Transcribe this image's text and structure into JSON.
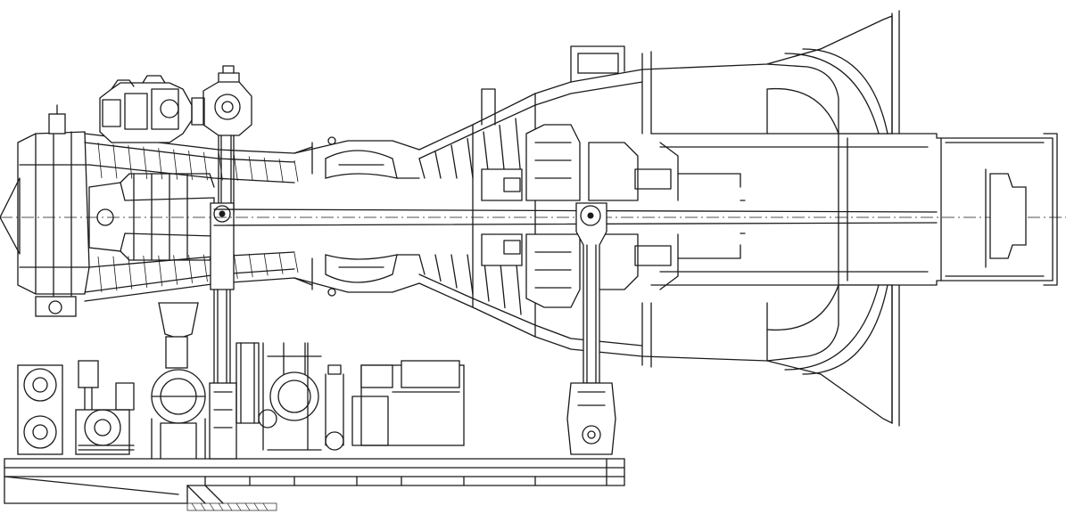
{
  "drawing": {
    "type": "engineering-cross-section",
    "line_color": "#1a1a1a",
    "background": "#ffffff",
    "compressor_blade_rows": 14,
    "turbine_blade_rows": 7
  }
}
